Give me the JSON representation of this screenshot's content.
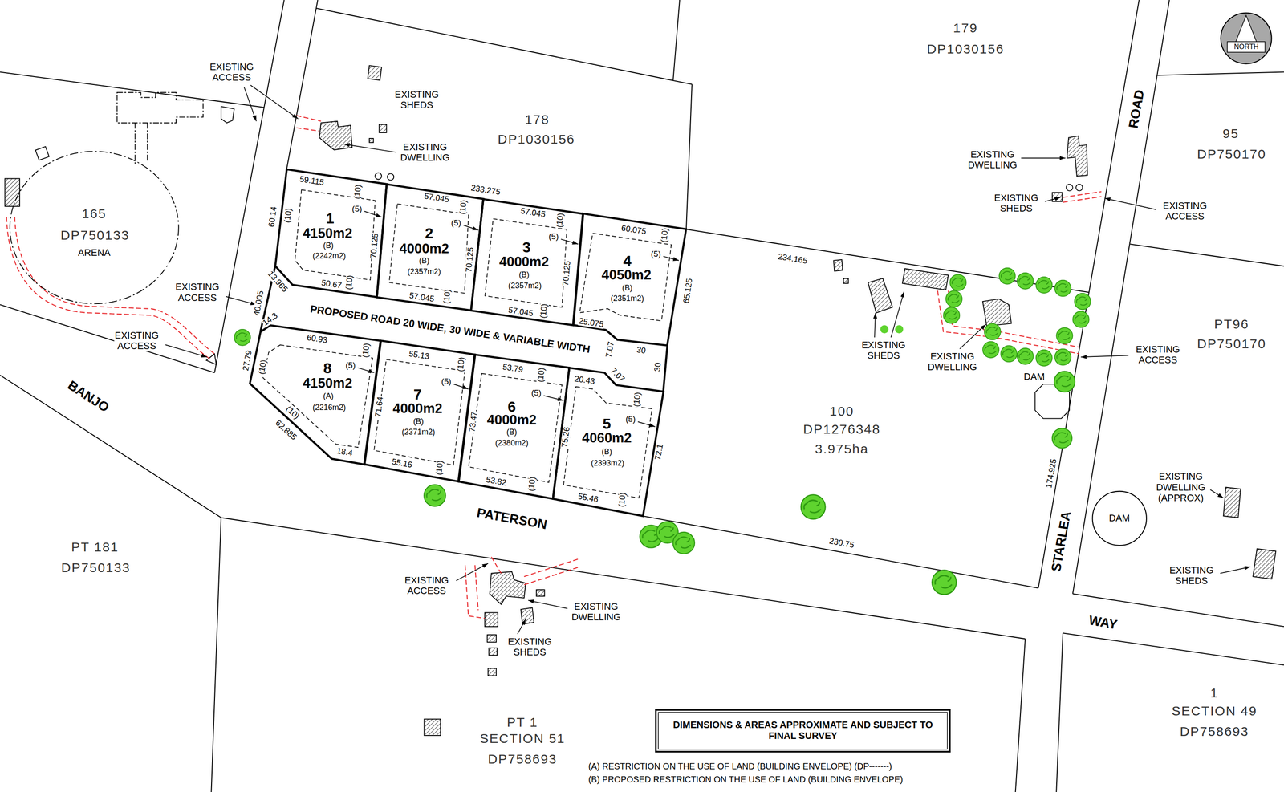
{
  "diagram": {
    "nodes": [
      {
        "text": [
          "NORTH"
        ]
      },
      {
        "text": [
          "165",
          "DP750133",
          "ARENA"
        ]
      },
      {
        "text": [
          "1",
          "4150m2",
          "(B)",
          "(2242m2)"
        ]
      },
      {
        "text": [
          "2",
          "4000m2",
          "(B)",
          "(2357m2)"
        ]
      },
      {
        "text": [
          "3",
          "4000m2",
          "(B)",
          "(2357m2)"
        ]
      },
      {
        "text": [
          "4",
          "4050m2",
          "(B)",
          "(2351m2)"
        ]
      },
      {
        "text": [
          "8",
          "4150m2",
          "(A)",
          "(2216m2)"
        ]
      },
      {
        "text": [
          "7",
          "4000m2",
          "(B)",
          "(2371m2)"
        ]
      },
      {
        "text": [
          "6",
          "4000m2",
          "(B)",
          "(2380m2)"
        ]
      },
      {
        "text": [
          "5",
          "4060m2",
          "(B)",
          "(2393m2)"
        ]
      },
      {
        "text": [
          "DAM"
        ]
      },
      {
        "text": [
          "DIMENSIONS & AREAS APPROXIMATE AND SUBJECT TO FINAL SURVEY"
        ]
      }
    ],
    "labels": [
      "EXISTING ACCESS",
      "EXISTING SHEDS",
      "EXISTING DWELLING",
      "EXISTING ACCESS",
      "EXISTING ACCESS",
      "EXISTING DWELLING",
      "EXISTING SHEDS",
      "EXISTING ACCESS",
      "EXISTING SHEDS",
      "EXISTING DWELLING",
      "EXISTING ACCESS",
      "EXISTING DWELLING (APPROX)",
      "EXISTING SHEDS",
      "EXISTING ACCESS",
      "EXISTING DWELLING",
      "EXISTING SHEDS",
      "DAM",
      "178",
      "DP1030156",
      "179",
      "DP1030156",
      "95",
      "DP750170",
      "PT96",
      "DP750170",
      "100",
      "DP1276348",
      "3.975ha",
      "PT 181",
      "DP750133",
      "PT 1",
      "SECTION 51",
      "DP758693",
      "1",
      "SECTION 49",
      "DP758693",
      "BANJO",
      "PATERSON",
      "STARLEA",
      "WAY",
      "ROAD",
      "PROPOSED ROAD 20 WIDE, 30 WIDE & VARIABLE WIDTH",
      "233.275",
      "59.115",
      "(10)",
      "57.045",
      "(10)",
      "57.045",
      "(10)",
      "60.075",
      "(10)",
      "60.14",
      "(10)",
      "(5)",
      "(5)",
      "(5)",
      "(5)",
      "70.125",
      "70.125",
      "70.125",
      "65.125",
      "13.965",
      "50.67",
      "(10)",
      "57.045",
      "(10)",
      "57.045",
      "(10)",
      "25.075",
      "7.07",
      "30",
      "40.005",
      "14.3",
      "30",
      "7.07",
      "60.93",
      "(10)",
      "(5)",
      "27.79",
      "(10)",
      "55.13",
      "(10)",
      "(5)",
      "53.79",
      "(10)",
      "(5)",
      "20.43",
      "(10)",
      "(5)",
      "71.64",
      "73.47",
      "75.26",
      "62.885",
      "(10)",
      "18.4",
      "72.1",
      "55.16",
      "(10)",
      "53.82",
      "(10)",
      "55.46",
      "(10)",
      "234.165",
      "230.75",
      "174.925",
      "(A) RESTRICTION ON THE USE OF LAND (BUILDING ENVELOPE) (DP-------)",
      "(B) PROPOSED RESTRICTION ON THE USE OF LAND (BUILDING ENVELOPE)"
    ]
  }
}
